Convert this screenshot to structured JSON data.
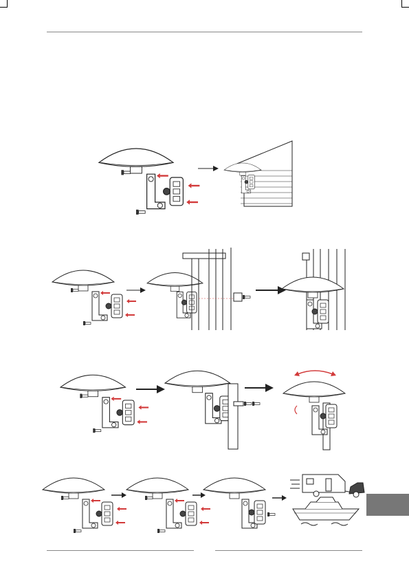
{
  "page": {
    "sections": [
      {
        "id": "wall-mount",
        "steps": 2
      },
      {
        "id": "railing-mount",
        "steps": 3
      },
      {
        "id": "pole-mount",
        "steps": 3
      },
      {
        "id": "vehicle-mount",
        "steps": 4
      }
    ]
  },
  "colors": {
    "line": "#222222",
    "arrow_red": "#d23a3a",
    "tab": "#777777",
    "rule": "#888888"
  },
  "icons": [
    "antenna-dome",
    "mounting-bracket",
    "bolt",
    "arrow-right",
    "rotate-arrows",
    "caravan",
    "car",
    "boat",
    "waves"
  ]
}
